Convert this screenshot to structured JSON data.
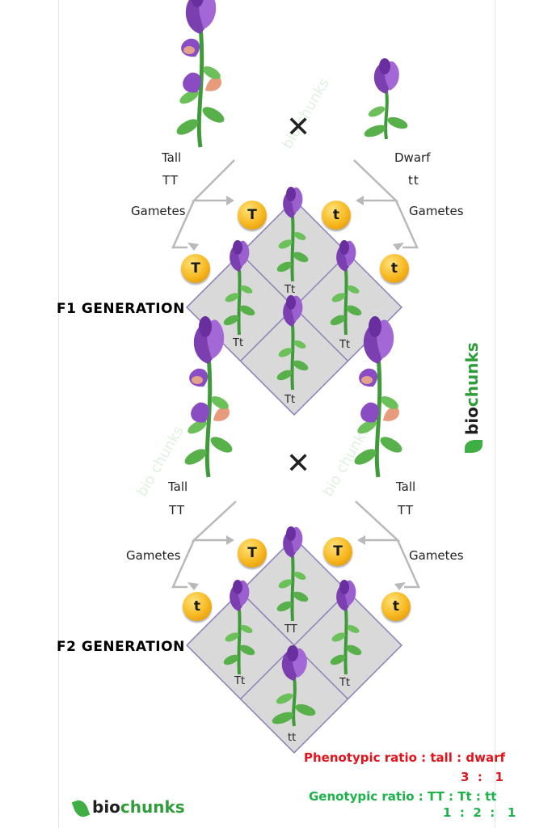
{
  "colors": {
    "purple": "#7b3fb0",
    "leaf": "#3f9a3a",
    "grid_bg": "#d9d9d9",
    "grid_border": "#8a7fb8",
    "gamete": "#f6b71e",
    "pheno_red": "#e3131b",
    "geno_green": "#1db34a"
  },
  "parents_top": {
    "left": {
      "label": "Tall",
      "genotype": "TT"
    },
    "right": {
      "label": "Dwarf",
      "genotype": "tt"
    },
    "cross_symbol": "✕",
    "gametes_label_left": "Gametes",
    "gametes_label_right": "Gametes",
    "gametes": [
      "T",
      "t",
      "T",
      "t"
    ]
  },
  "f1": {
    "title": "F1 GENERATION",
    "cells": [
      "Tt",
      "Tt",
      "Tt",
      "Tt"
    ]
  },
  "parents_bottom": {
    "left": {
      "label": "Tall",
      "genotype": "TT"
    },
    "right": {
      "label": "Tall",
      "genotype": "TT"
    },
    "cross_symbol": "✕",
    "gametes_label_left": "Gametes",
    "gametes_label_right": "Gametes",
    "gametes": [
      "T",
      "T",
      "t",
      "t"
    ]
  },
  "f2": {
    "title": "F2 GENERATION",
    "cells": [
      "TT",
      "Tt",
      "Tt",
      "tt"
    ]
  },
  "ratios": {
    "phenotypic_label": "Phenotypic ratio : tall : dwarf",
    "phenotypic_values": "3  :   1",
    "genotypic_label": "Genotypic ratio : TT : Tt : tt",
    "genotypic_values": "1  :  2  :   1"
  },
  "brand": {
    "prefix": "bio",
    "suffix": "chunks",
    "leaf_icon": "leaf-icon"
  }
}
